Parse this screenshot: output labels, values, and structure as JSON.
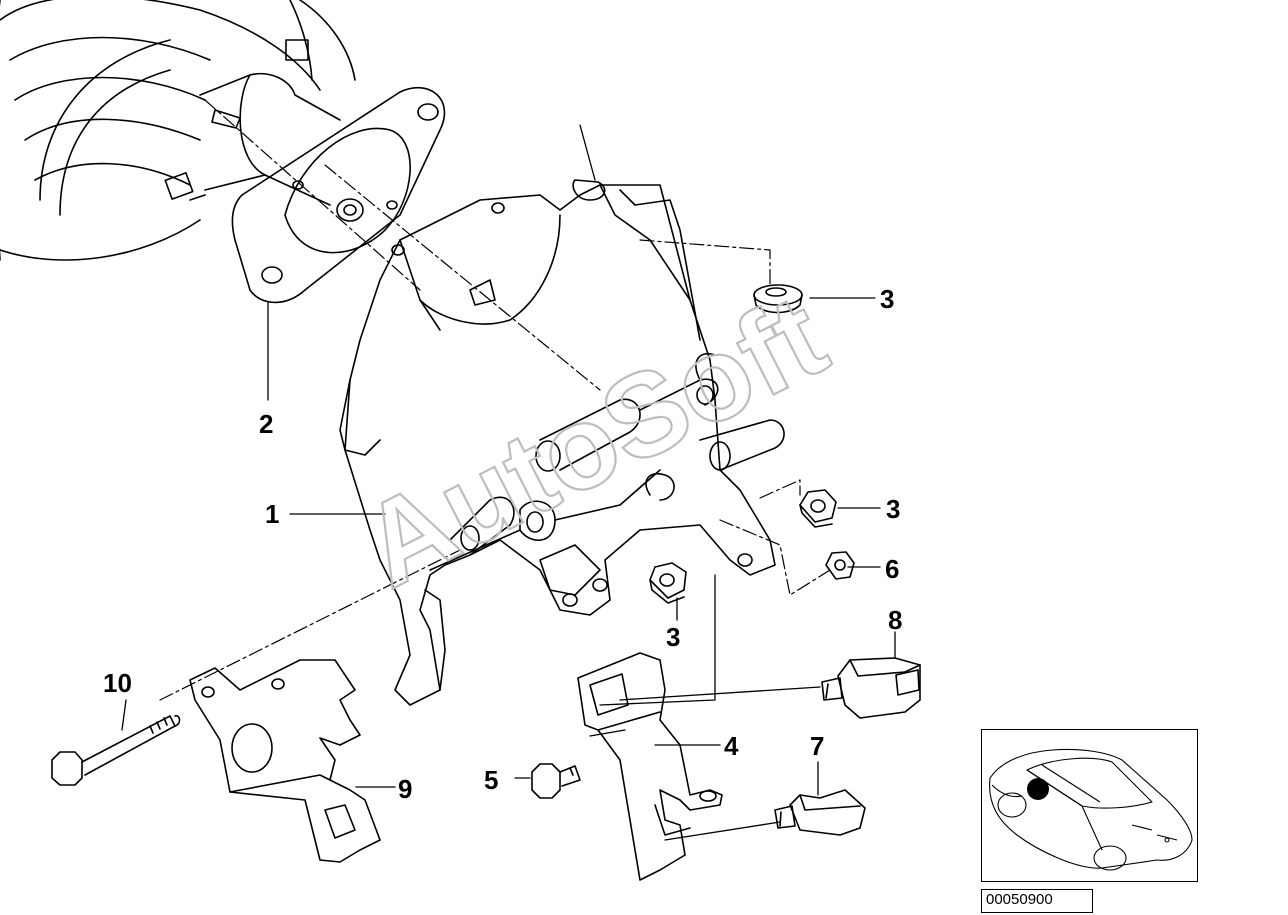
{
  "diagram": {
    "watermark": "AutoSoft",
    "diagram_number": "00050900",
    "callouts": [
      {
        "id": "c1",
        "label": "1"
      },
      {
        "id": "c2",
        "label": "2"
      },
      {
        "id": "c3a",
        "label": "3"
      },
      {
        "id": "c3b",
        "label": "3"
      },
      {
        "id": "c3c",
        "label": "3"
      },
      {
        "id": "c4",
        "label": "4"
      },
      {
        "id": "c5",
        "label": "5"
      },
      {
        "id": "c6",
        "label": "6"
      },
      {
        "id": "c7",
        "label": "7"
      },
      {
        "id": "c8",
        "label": "8"
      },
      {
        "id": "c9",
        "label": "9"
      },
      {
        "id": "c10",
        "label": "10"
      }
    ],
    "colors": {
      "line": "#000000",
      "watermark": "#bdbdbd",
      "marker": "#000000"
    }
  }
}
